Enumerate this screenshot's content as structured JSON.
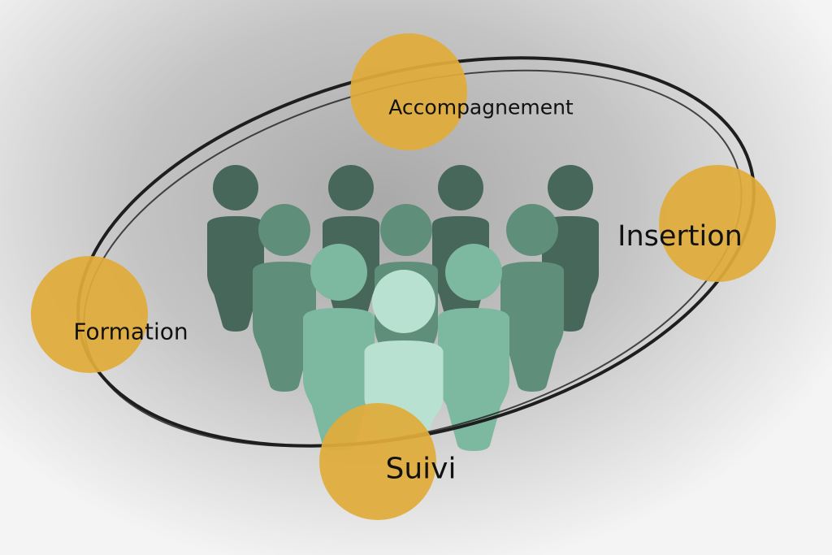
{
  "labels": {
    "accompagnement": "Accompagnement",
    "insertion": "Insertion",
    "formation": "Formation",
    "suivi": "Suivi"
  },
  "colors": {
    "circle": "#e0ac3a",
    "ring": "#1e1e1e",
    "people_back": "#46675a",
    "people_mid": "#5f8f7a",
    "people_front": "#7db8a0",
    "people_center": "#b9e1d1"
  }
}
